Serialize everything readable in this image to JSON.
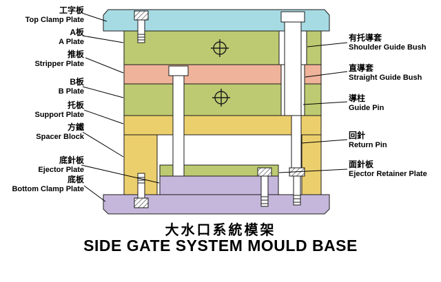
{
  "title": {
    "cn": "大水口系統模架",
    "en": "SIDE GATE SYSTEM MOULD BASE"
  },
  "left_labels": [
    {
      "cn": "工字板",
      "en": "Top Clamp Plate"
    },
    {
      "cn": "A板",
      "en": "A Plate"
    },
    {
      "cn": "推板",
      "en": "Stripper Plate"
    },
    {
      "cn": "B板",
      "en": "B Plate"
    },
    {
      "cn": "托板",
      "en": "Support Plate"
    },
    {
      "cn": "方鐵",
      "en": "Spacer Block"
    },
    {
      "cn": "底針板",
      "en": "Ejector Plate"
    },
    {
      "cn": "底板",
      "en": "Bottom Clamp Plate"
    }
  ],
  "right_labels": [
    {
      "cn": "有托導套",
      "en": "Shoulder Guide Bush"
    },
    {
      "cn": "直導套",
      "en": "Straight Guide Bush"
    },
    {
      "cn": "導柱",
      "en": "Guide Pin"
    },
    {
      "cn": "回針",
      "en": "Return Pin"
    },
    {
      "cn": "面針板",
      "en": "Ejector Retainer Plate"
    }
  ],
  "colors": {
    "top_clamp_plate": "#a7dbe4",
    "green_plate": "#bdca71",
    "stripper_plate": "#eeb39a",
    "yellow_plate": "#eccf6d",
    "purple_plate": "#c5b7db",
    "pin_white": "#ffffff",
    "outline": "#1a1a1a"
  }
}
